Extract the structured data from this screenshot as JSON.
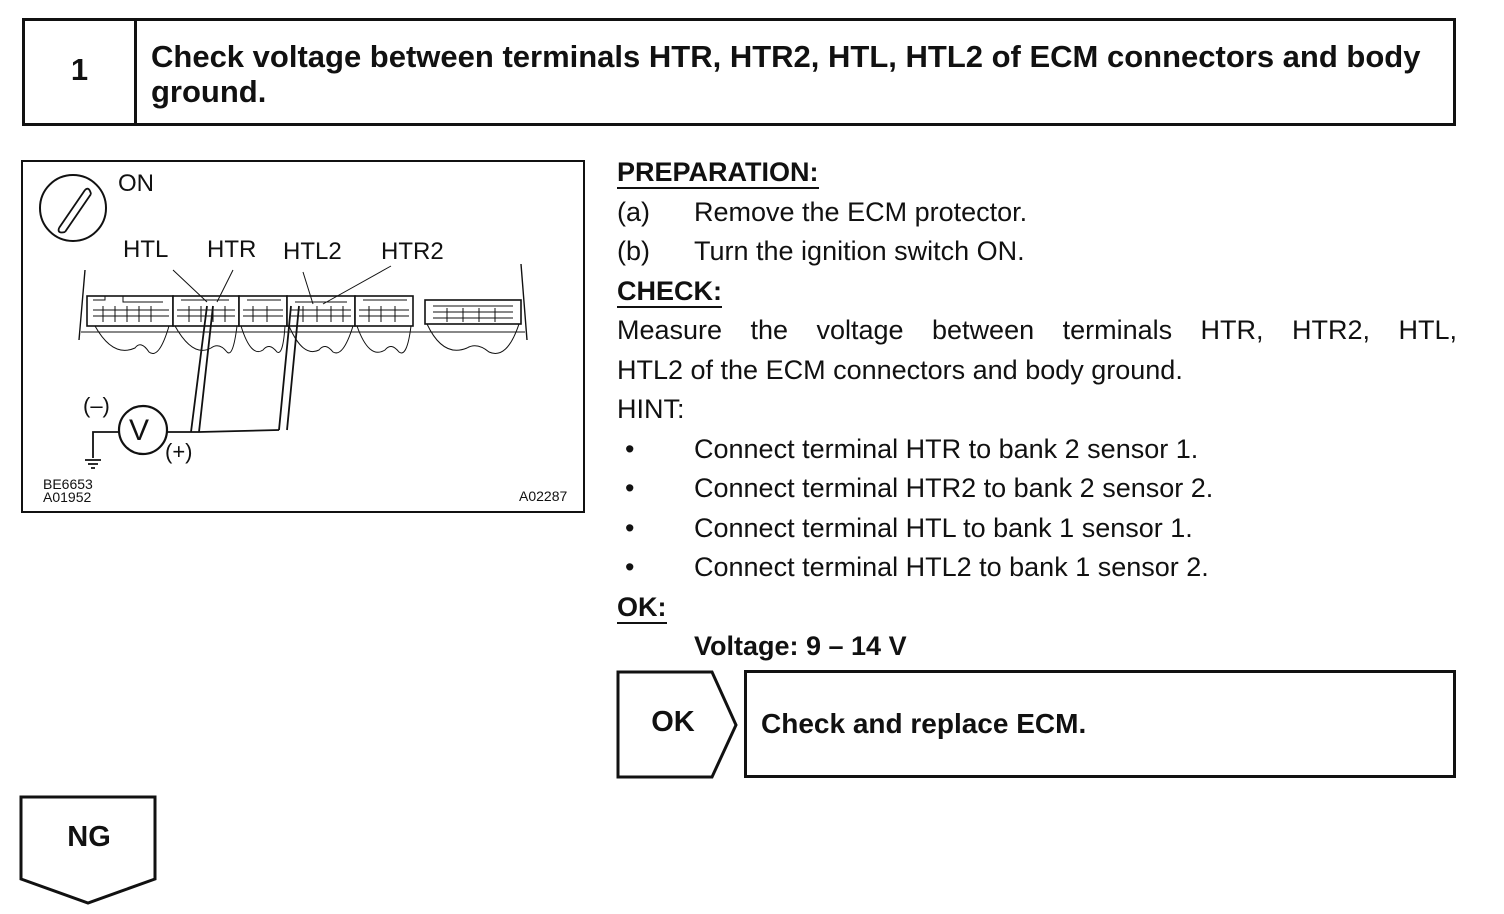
{
  "step": {
    "number": "1",
    "title": "Check voltage between terminals HTR, HTR2, HTL, HTL2 of ECM connectors and body ground."
  },
  "figure": {
    "ignition_label": "ON",
    "terminal_labels": [
      "HTL",
      "HTR",
      "HTL2",
      "HTR2"
    ],
    "meter_symbol": "V",
    "meter_minus": "(–)",
    "meter_plus": "(+)",
    "code_left_1": "BE6653",
    "code_left_2": "A01952",
    "code_right": "A02287"
  },
  "preparation": {
    "heading": "PREPARATION:",
    "steps": [
      {
        "marker": "(a)",
        "text": "Remove the ECM protector."
      },
      {
        "marker": "(b)",
        "text": "Turn the ignition switch ON."
      }
    ]
  },
  "check": {
    "heading": "CHECK:",
    "text_line1": "Measure the voltage between terminals HTR, HTR2, HTL,",
    "text_line2": "HTL2 of the ECM connectors and body ground.",
    "hint_label": "HINT:",
    "hints": [
      "Connect terminal HTR to bank 2 sensor 1.",
      "Connect terminal HTR2 to bank 2 sensor 2.",
      "Connect terminal HTL to bank 1 sensor 1.",
      "Connect terminal HTL2 to bank 1 sensor 2."
    ],
    "bullet": "•"
  },
  "ok_spec": {
    "heading": "OK:",
    "value": "Voltage: 9 – 14 V"
  },
  "result_ok": {
    "label": "OK",
    "action": "Check and replace ECM."
  },
  "result_ng": {
    "label": "NG"
  }
}
